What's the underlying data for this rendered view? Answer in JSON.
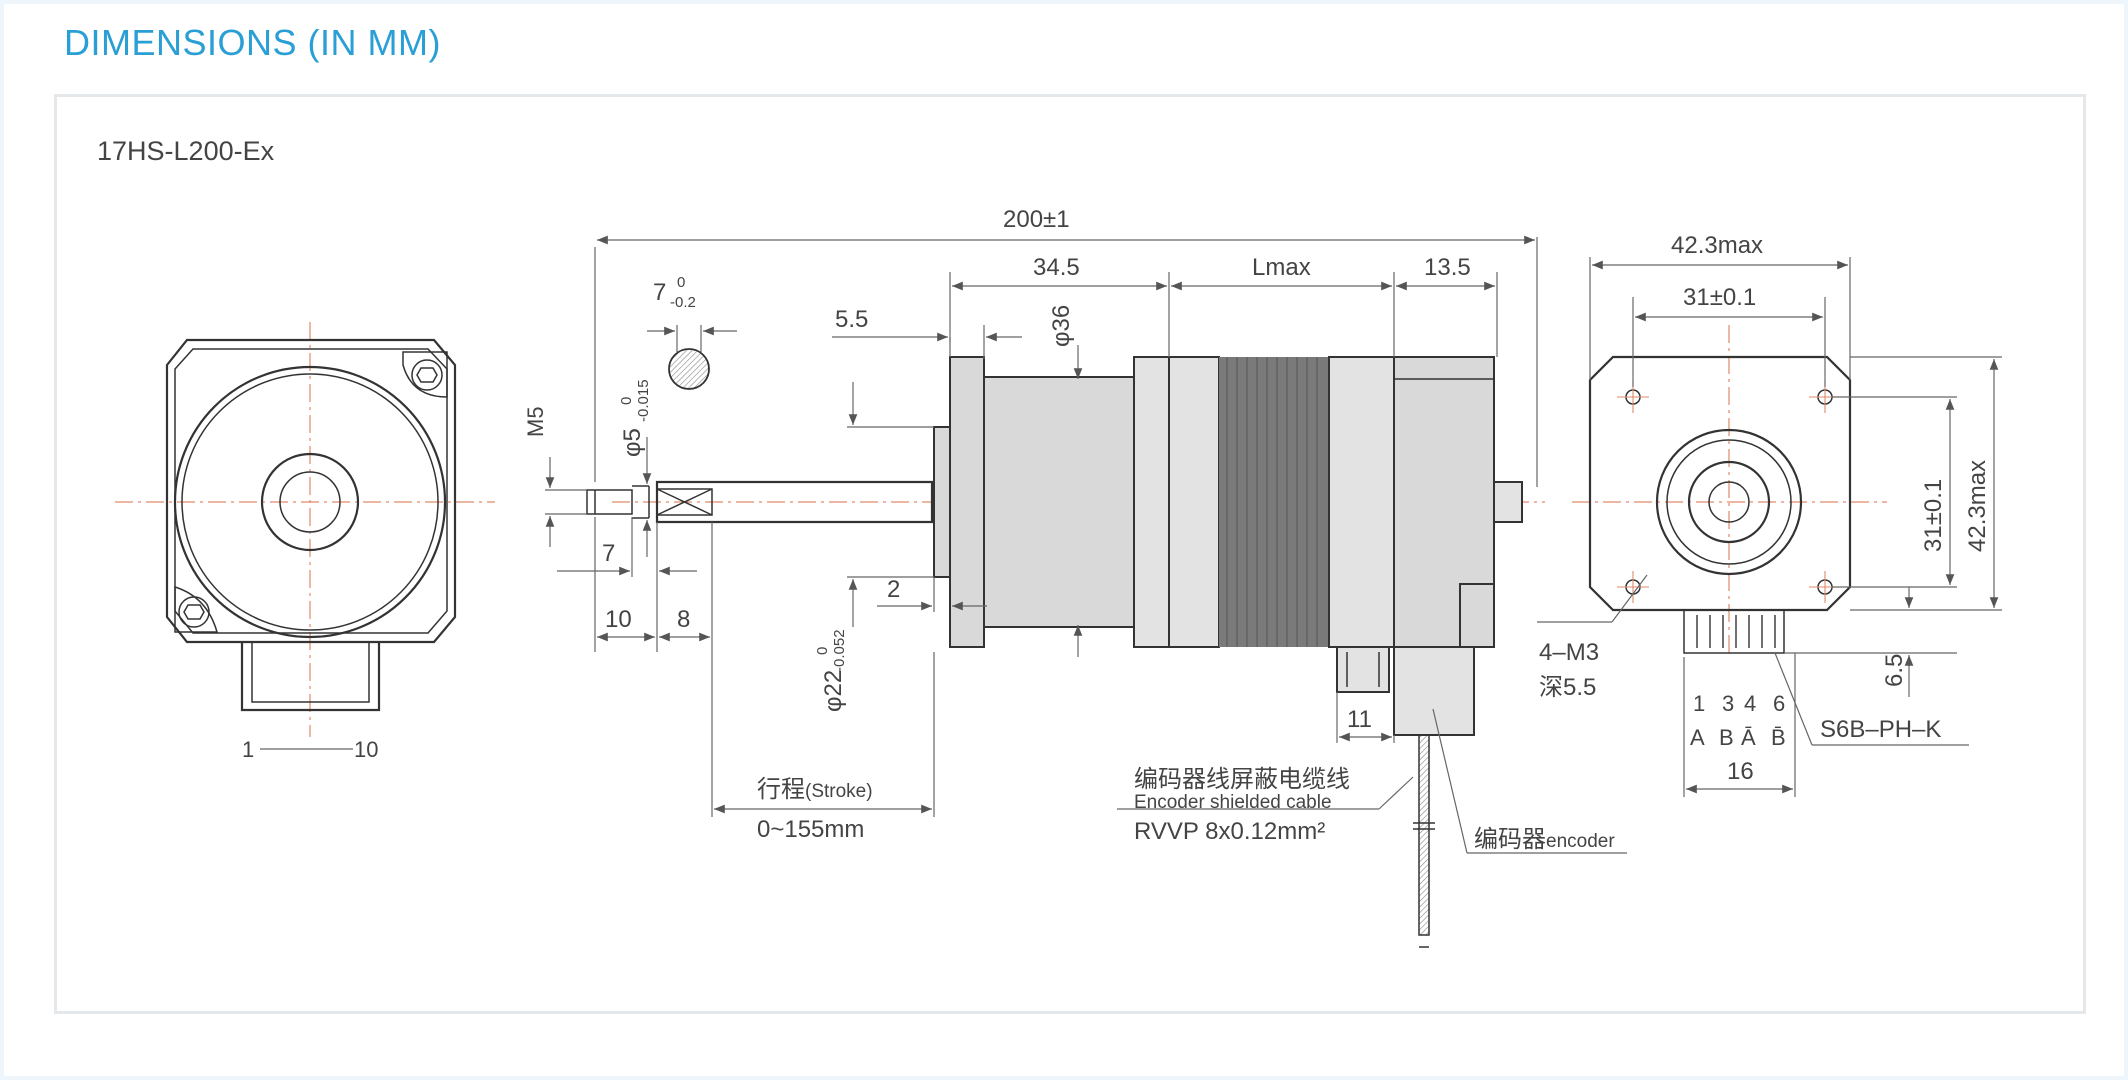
{
  "header": {
    "title": "DIMENSIONS (IN MM)"
  },
  "model": "17HS-L200-Ex",
  "front_view": {
    "pin_range_start": "1",
    "pin_range_end": "10"
  },
  "side_view": {
    "overall_length": "200±1",
    "flange_to_coil": "34.5",
    "motor_length": "Lmax",
    "encoder_length": "13.5",
    "flange_thickness": "5.5",
    "body_diameter": "φ36",
    "flat_width": "7",
    "flat_tol_upper": "0",
    "flat_tol_lower": "-0.2",
    "shaft_thread": "M5",
    "shaft_diameter": "φ5",
    "shaft_tol_upper": "0",
    "shaft_tol_lower": "-0.015",
    "thread_len_7": "7",
    "len_10": "10",
    "len_8": "8",
    "pilot_diameter": "φ22",
    "pilot_tol_upper": "0",
    "pilot_tol_lower": "-0.052",
    "pilot_height": "2",
    "stroke_label": "行程",
    "stroke_label_en": "(Stroke)",
    "stroke_value": "0~155mm",
    "connector_width": "11",
    "cable_label_cn": "编码器线屏蔽电缆线",
    "cable_label_en": "Encoder shielded cable",
    "cable_spec": "RVVP 8x0.12mm²",
    "encoder_label_cn": "编码器",
    "encoder_label_en": "encoder"
  },
  "end_view": {
    "max_width": "42.3max",
    "hole_spacing": "31±0.1",
    "hole_spacing_v": "31±0.1",
    "max_height": "42.3max",
    "mount_holes": "4–M3",
    "hole_depth": "深5.5",
    "connector_height": "6.5",
    "pin_numbers": [
      "1",
      "3",
      "4",
      "6"
    ],
    "pin_phases": [
      "A",
      "B",
      "Ā",
      "B̄"
    ],
    "connector_width": "16",
    "connector_model": "S6B–PH–K"
  },
  "colors": {
    "title": "#2a9fd6",
    "frame": "#e4e8eb",
    "centerline": "#e08a6a",
    "body": "#d9d9d9",
    "coil": "#7a7a7a"
  }
}
